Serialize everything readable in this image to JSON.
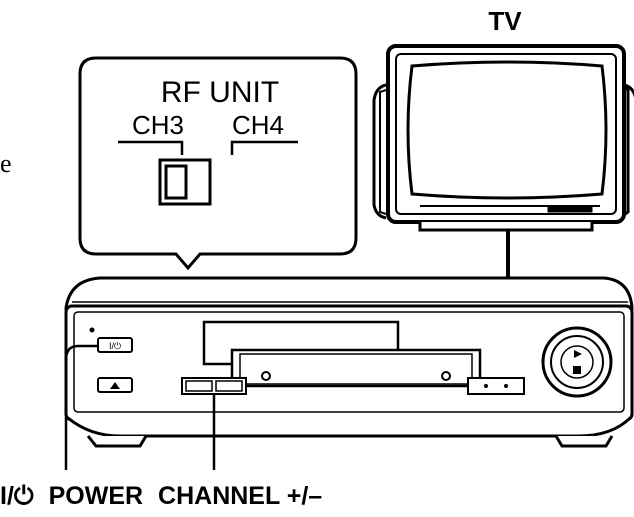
{
  "tv": {
    "label": "TV"
  },
  "rf_unit": {
    "title": "RF UNIT",
    "ch3": "CH3",
    "ch4": "CH4"
  },
  "margin_text": "e",
  "controls": {
    "power_symbol": "I/⏻",
    "power": "POWER",
    "channel": "CHANNEL +/–"
  }
}
